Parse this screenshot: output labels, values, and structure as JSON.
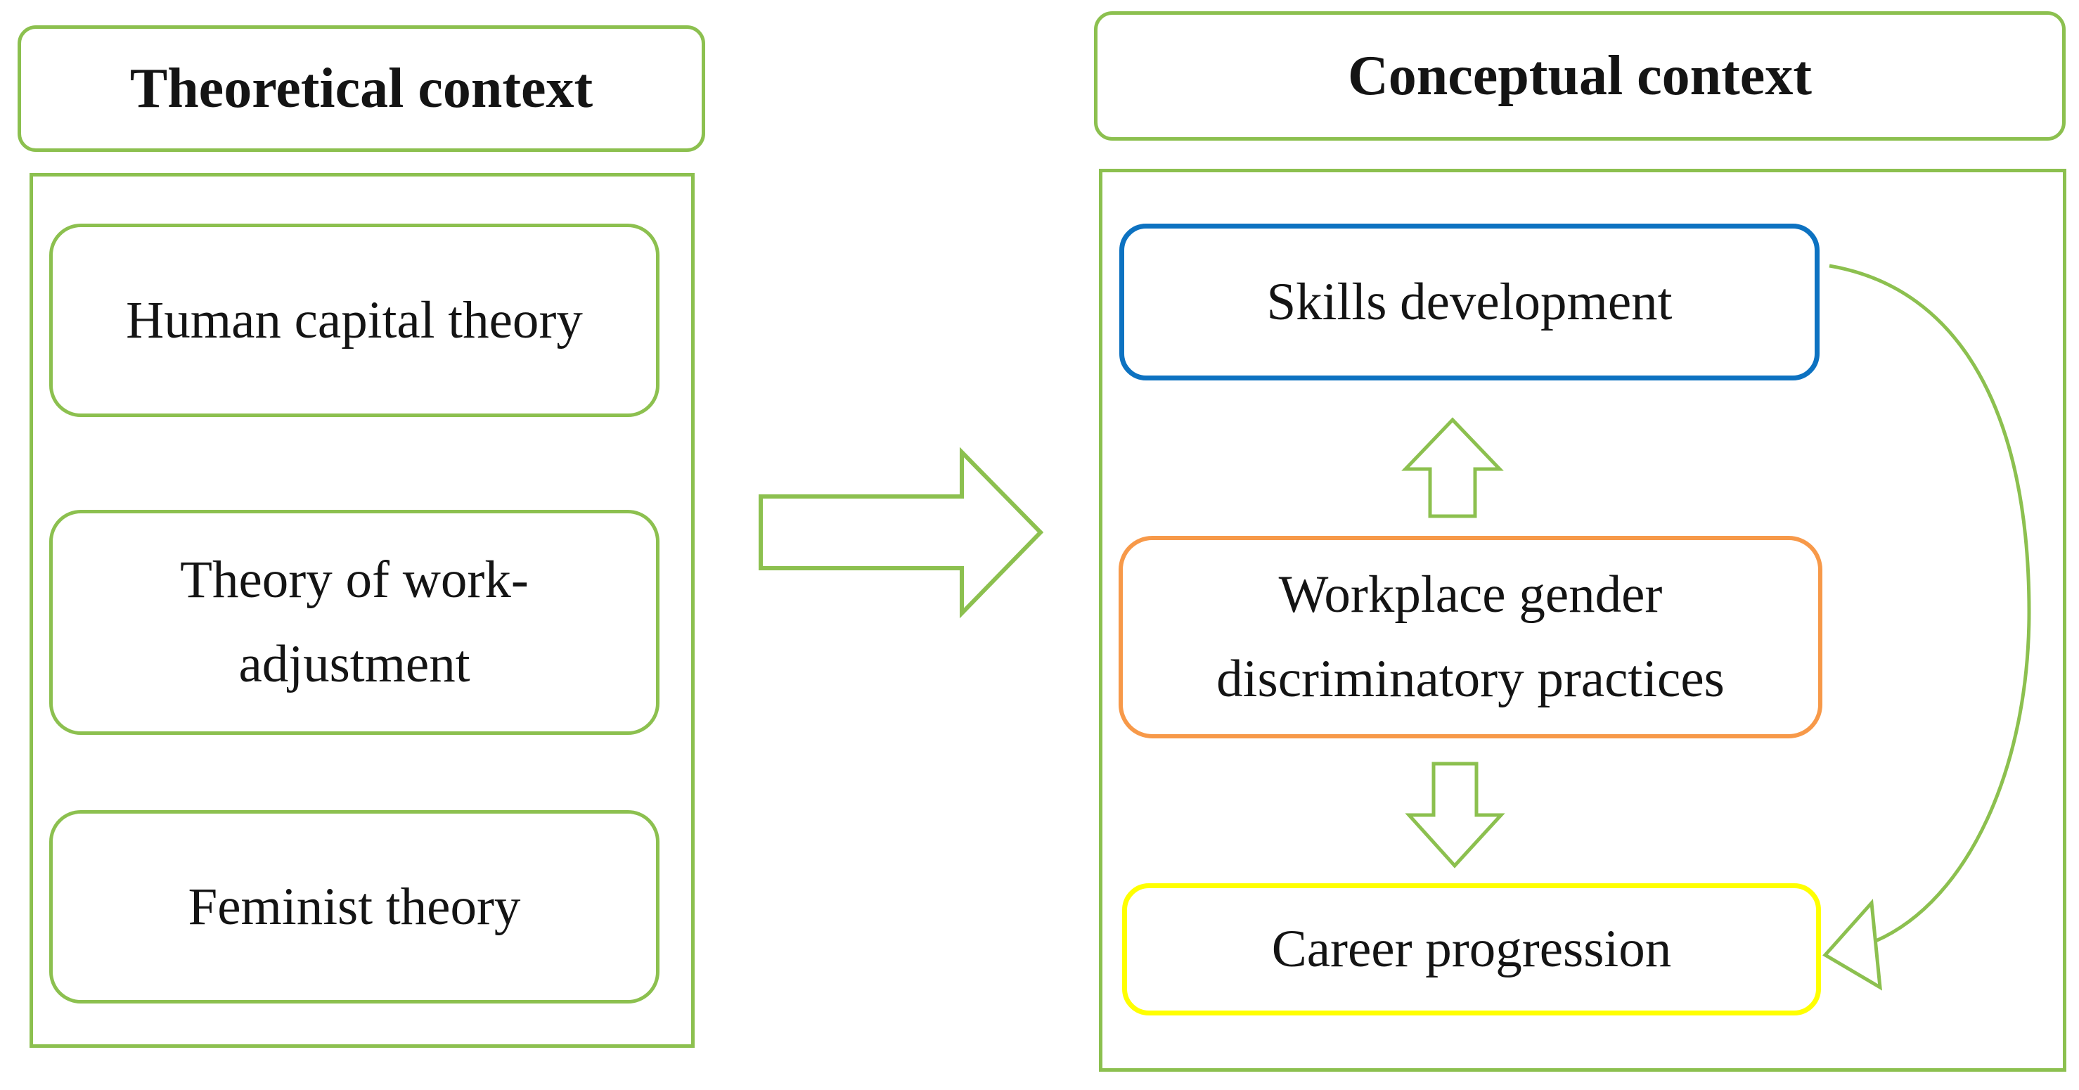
{
  "figure": {
    "left_panel": {
      "title": "Theoretical context",
      "items": [
        {
          "label": "Human capital theory"
        },
        {
          "label": "Theory of work-adjustment"
        },
        {
          "label": "Feminist theory"
        }
      ]
    },
    "right_panel": {
      "title": "Conceptual context",
      "boxes": [
        {
          "label": "Skills development",
          "border_color": "#0D72C1"
        },
        {
          "label": "Workplace gender discriminatory practices",
          "border_color": "#F79949"
        },
        {
          "label": "Career progression",
          "border_color": "#FFFF00"
        }
      ]
    },
    "arrows": [
      {
        "name": "theoretical-to-conceptual-arrow",
        "type": "block-arrow-right"
      },
      {
        "name": "workplace-to-skills-arrow",
        "type": "block-arrow-up"
      },
      {
        "name": "workplace-to-career-arrow",
        "type": "block-arrow-down"
      },
      {
        "name": "skills-to-career-curved-arrow",
        "type": "curved-arrow-left"
      }
    ]
  },
  "colors": {
    "green": "#8CC04F",
    "blue": "#0D72C1",
    "orange": "#F79949",
    "yellow": "#FFFF00",
    "text": "#141414",
    "background": "#FFFFFF"
  }
}
